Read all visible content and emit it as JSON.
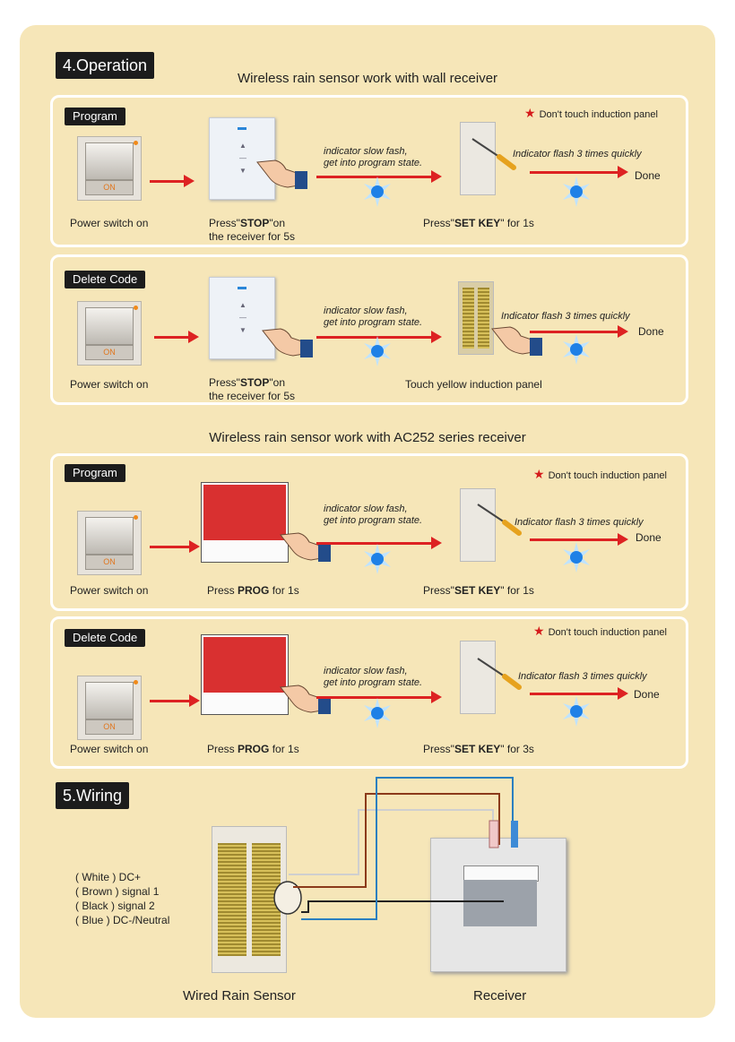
{
  "sections": {
    "operation_title": "4.Operation",
    "wiring_title": "5.Wiring"
  },
  "headings": {
    "wall": "Wireless rain sensor work with wall receiver",
    "ac252": "Wireless rain sensor work with AC252 series receiver"
  },
  "common": {
    "power_on": "Power switch on",
    "on_label": "ON",
    "indicator_slow_1": "indicator slow fash,",
    "indicator_slow_2": "get into program state.",
    "flash_3": "Indicator flash 3 times quickly",
    "done": "Done",
    "dont_touch": "Don't touch induction panel",
    "press_stop_1a": "Press\"",
    "press_stop_1b": "STOP",
    "press_stop_1c": "\"on",
    "press_stop_2": "the receiver for 5s",
    "press_prog_a": "Press ",
    "press_prog_b": "PROG",
    "press_prog_c": " for 1s",
    "set_key_a": "Press\"",
    "set_key_b": "SET KEY",
    "set_key_c1": "\" for 1s",
    "set_key_c3": "\" for 3s",
    "touch_yellow": "Touch yellow induction panel"
  },
  "panels": {
    "p1_tag": "Program",
    "p2_tag": "Delete Code",
    "p3_tag": "Program",
    "p4_tag": "Delete Code"
  },
  "wiring": {
    "legend": [
      "( White ) DC+",
      "( Brown ) signal 1",
      "( Black ) signal 2",
      "( Blue )  DC-/Neutral"
    ],
    "sensor_caption": "Wired Rain Sensor",
    "receiver_caption": "Receiver"
  },
  "colors": {
    "background": "#f6e6b8",
    "arrow": "#dd2222",
    "wire_white": "#cfcfcf",
    "wire_brown": "#8b3a1a",
    "wire_black": "#222222",
    "wire_blue": "#2a7fc0"
  }
}
